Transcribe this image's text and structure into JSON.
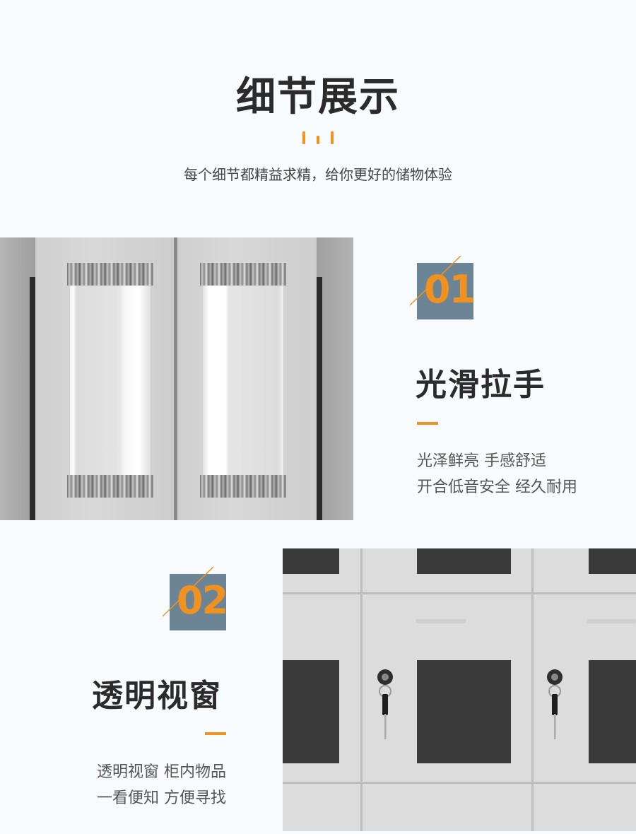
{
  "header": {
    "title": "细节展示",
    "subtitle": "每个细节都精益求精，给你更好的储物体验"
  },
  "features": [
    {
      "number": "01",
      "title": "光滑拉手",
      "lines": [
        "光泽鲜亮 手感舒适",
        "开合低音安全 经久耐用"
      ]
    },
    {
      "number": "02",
      "title": "透明视窗",
      "lines": [
        "透明视窗 柜内物品",
        "一看便知 方便寻找"
      ]
    }
  ],
  "colors": {
    "accent": "#f0921f",
    "badge": "#6c8596",
    "background": "#f7fbfd"
  },
  "images": {
    "photo1": "cabinet-handles-photo",
    "photo2": "locker-windows-photo"
  }
}
